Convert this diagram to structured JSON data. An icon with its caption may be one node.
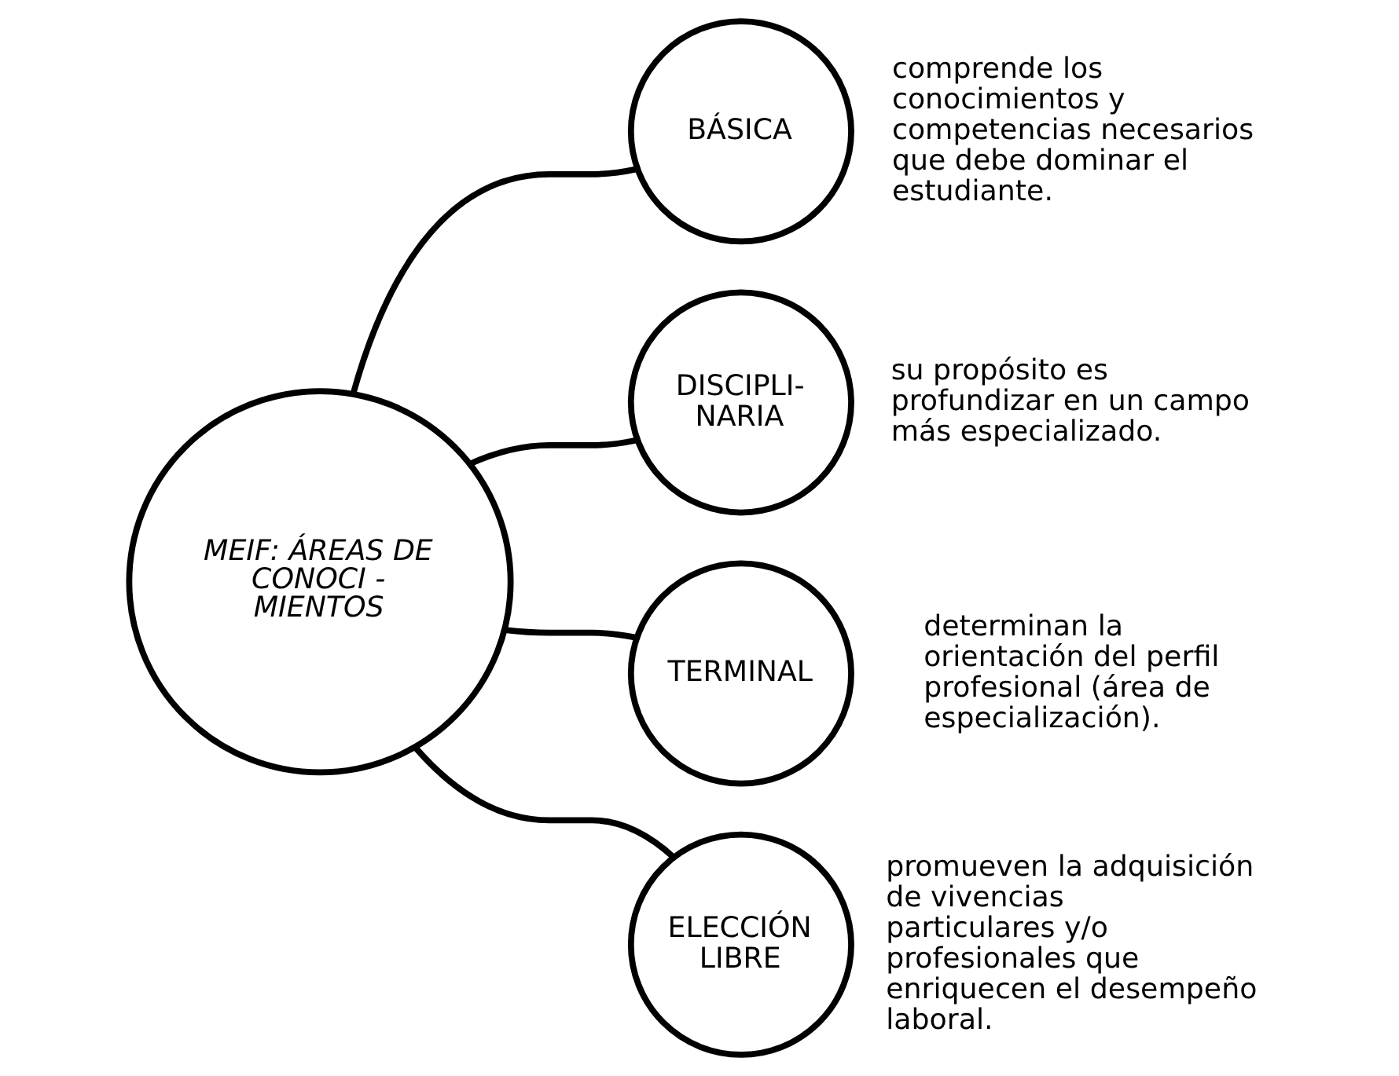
{
  "diagram": {
    "nodes": [
      {
        "text": [
          "MEIF: ÁREAS DE CONOCI - MIENTOS"
        ]
      },
      {
        "text": [
          "BÁSICA"
        ],
        "beside": [
          "comprende los conocimientos y competencias necesarios que debe dominar el estudiante."
        ]
      },
      {
        "text": [
          "DISCIPLI- NARIA"
        ],
        "beside": [
          "su propósito es profundizar en un campo más especializado."
        ]
      },
      {
        "text": [
          "TERMINAL"
        ],
        "beside": [
          "determinan la orientación del perfil profesional (área de especialización)."
        ]
      },
      {
        "text": [
          "ELECCIÓN LIBRE"
        ],
        "beside": [
          "promueven la adquisición de vivencias particulares y/o profesionales que enriquecen el desempeño laboral."
        ]
      }
    ],
    "edges": [
      {
        "from": 0,
        "to": 1,
        "arrow": "none"
      },
      {
        "from": 0,
        "to": 2,
        "arrow": "none"
      },
      {
        "from": 0,
        "to": 3,
        "arrow": "none"
      },
      {
        "from": 0,
        "to": 4,
        "arrow": "none"
      }
    ]
  }
}
